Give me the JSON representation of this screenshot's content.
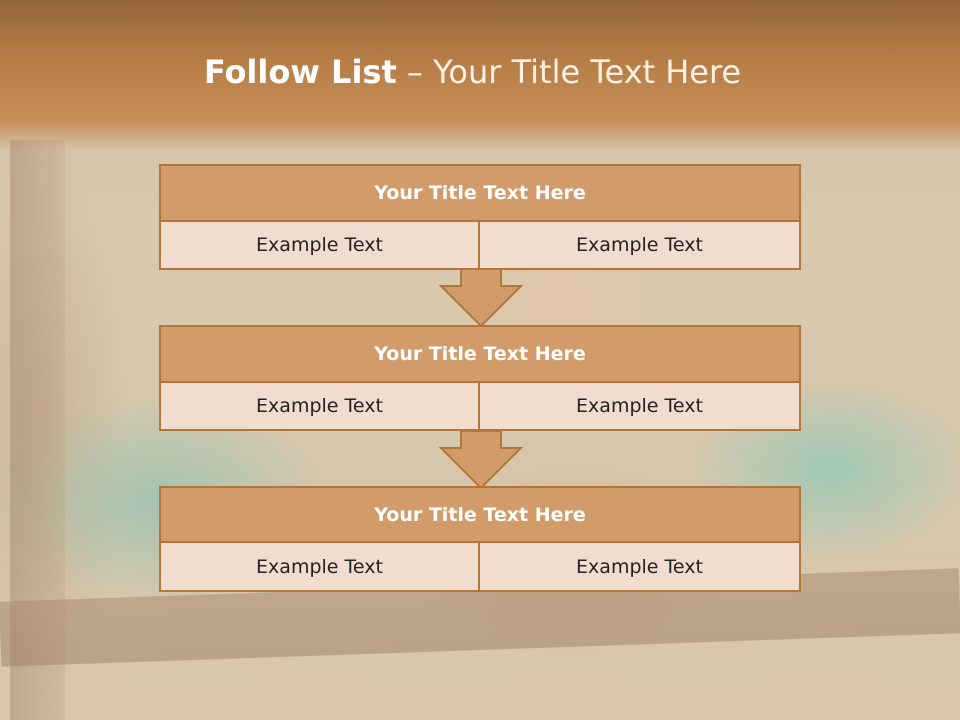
{
  "slide": {
    "title_bold": "Follow List",
    "title_rest": " – Your Title Text Here"
  },
  "blocks": [
    {
      "title": "Your Title Text Here",
      "left": "Example Text",
      "right": "Example Text"
    },
    {
      "title": "Your Title Text Here",
      "left": "Example Text",
      "right": "Example Text"
    },
    {
      "title": "Your Title Text Here",
      "left": "Example Text",
      "right": "Example Text"
    }
  ],
  "colors": {
    "header": "#b77d47",
    "block_title_fill": "#d19c6a",
    "block_border": "#b47538",
    "cell_fill": "#f0ddd0"
  },
  "icons": [
    "down-arrow-icon",
    "down-arrow-icon"
  ]
}
